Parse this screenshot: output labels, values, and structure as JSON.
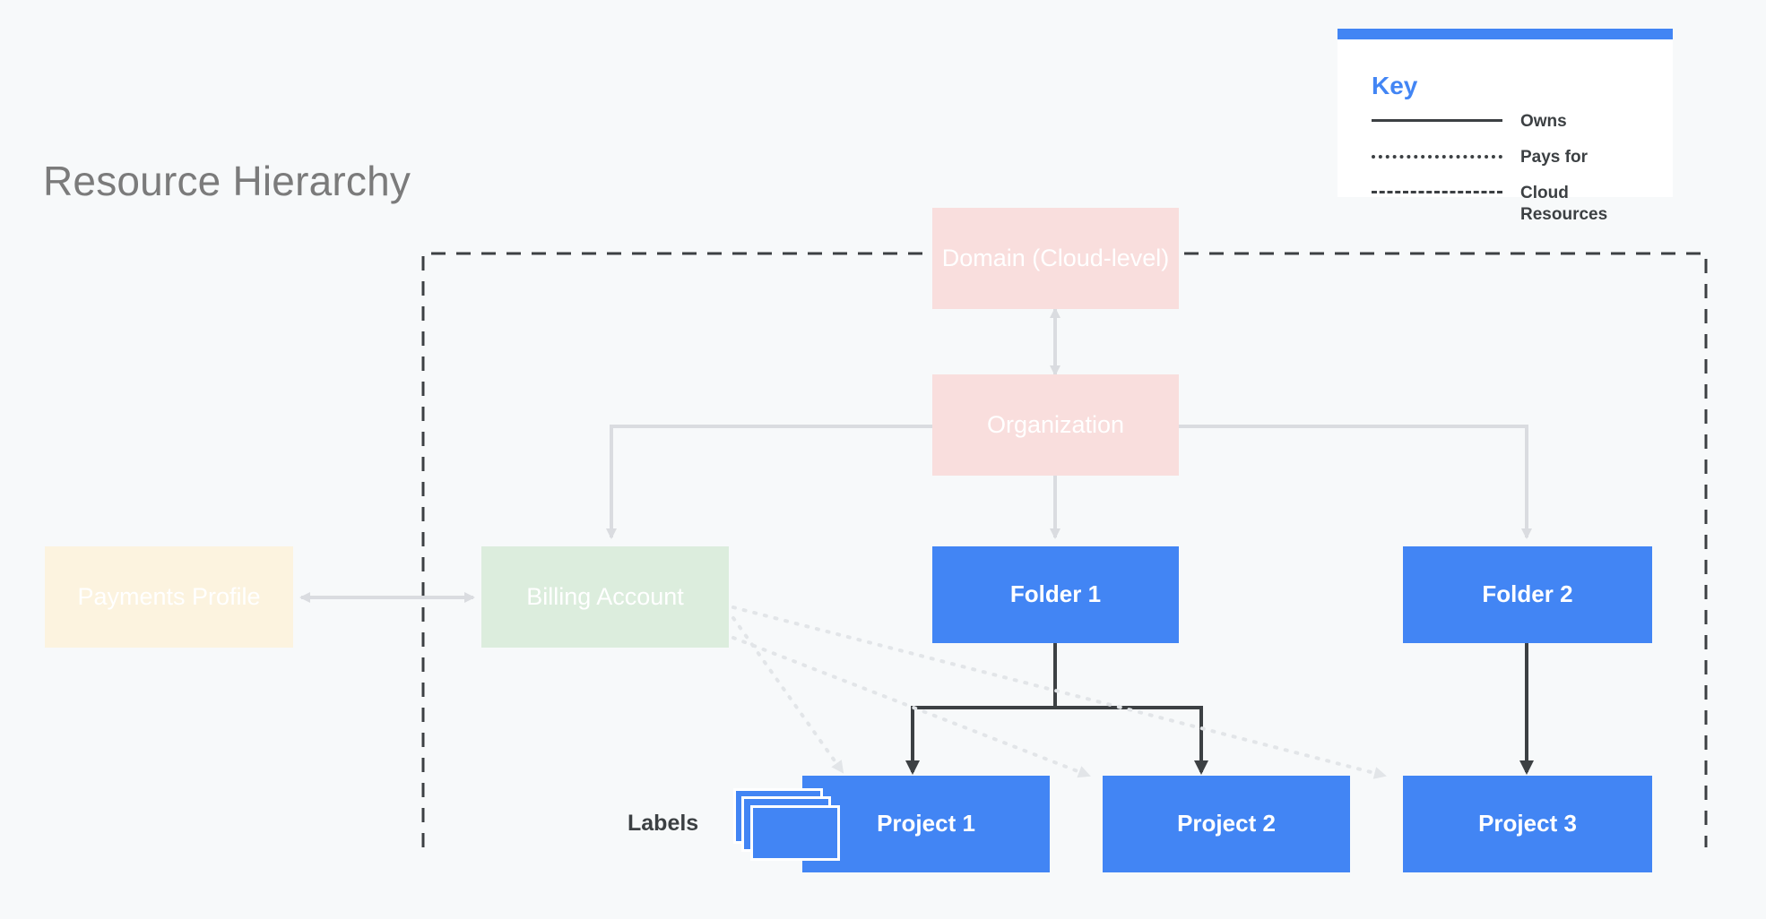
{
  "page": {
    "title": "Resource Hierarchy",
    "background_color": "#F7F9FA"
  },
  "colors": {
    "blue": "#4285F4",
    "pink": "#F9DEDD",
    "green": "#DCEDDD",
    "beige": "#FCF3DF",
    "dark_line": "#3C4043",
    "light_line": "#DADCE0",
    "title_gray": "#7B7B7B"
  },
  "key": {
    "title": "Key",
    "items": [
      {
        "style": "solid",
        "label": "Owns"
      },
      {
        "style": "dotted",
        "label": "Pays for"
      },
      {
        "style": "dashed",
        "label": "Cloud Resources"
      }
    ]
  },
  "nodes": {
    "domain": {
      "label": "Domain (Cloud-level)",
      "color": "pink"
    },
    "organization": {
      "label": "Organization",
      "color": "pink"
    },
    "payments_profile": {
      "label": "Payments Profile",
      "color": "beige"
    },
    "billing_account": {
      "label": "Billing Account",
      "color": "green"
    },
    "folder_1": {
      "label": "Folder 1",
      "color": "blue"
    },
    "folder_2": {
      "label": "Folder 2",
      "color": "blue"
    },
    "project_1": {
      "label": "Project 1",
      "color": "blue"
    },
    "project_2": {
      "label": "Project 2",
      "color": "blue"
    },
    "project_3": {
      "label": "Project 3",
      "color": "blue"
    }
  },
  "labels_badge": {
    "label": "Labels"
  },
  "edges": [
    {
      "from": "domain",
      "to": "organization",
      "style": "owns-light",
      "arrows": "both"
    },
    {
      "from": "organization",
      "to": "billing_account",
      "style": "owns-light",
      "arrows": "to"
    },
    {
      "from": "organization",
      "to": "folder_1",
      "style": "owns-light",
      "arrows": "to"
    },
    {
      "from": "organization",
      "to": "folder_2",
      "style": "owns-light",
      "arrows": "to"
    },
    {
      "from": "payments_profile",
      "to": "billing_account",
      "style": "owns-light",
      "arrows": "both"
    },
    {
      "from": "folder_1",
      "to": "project_1",
      "style": "owns",
      "arrows": "to"
    },
    {
      "from": "folder_1",
      "to": "project_2",
      "style": "owns",
      "arrows": "to"
    },
    {
      "from": "folder_2",
      "to": "project_3",
      "style": "owns",
      "arrows": "to"
    },
    {
      "from": "billing_account",
      "to": "project_1",
      "style": "pays-for",
      "arrows": "to"
    },
    {
      "from": "billing_account",
      "to": "project_2",
      "style": "pays-for",
      "arrows": "to"
    },
    {
      "from": "billing_account",
      "to": "project_3",
      "style": "pays-for",
      "arrows": "to"
    }
  ],
  "cloud_boundary": {
    "style": "dashed",
    "label": "Cloud Resources"
  }
}
